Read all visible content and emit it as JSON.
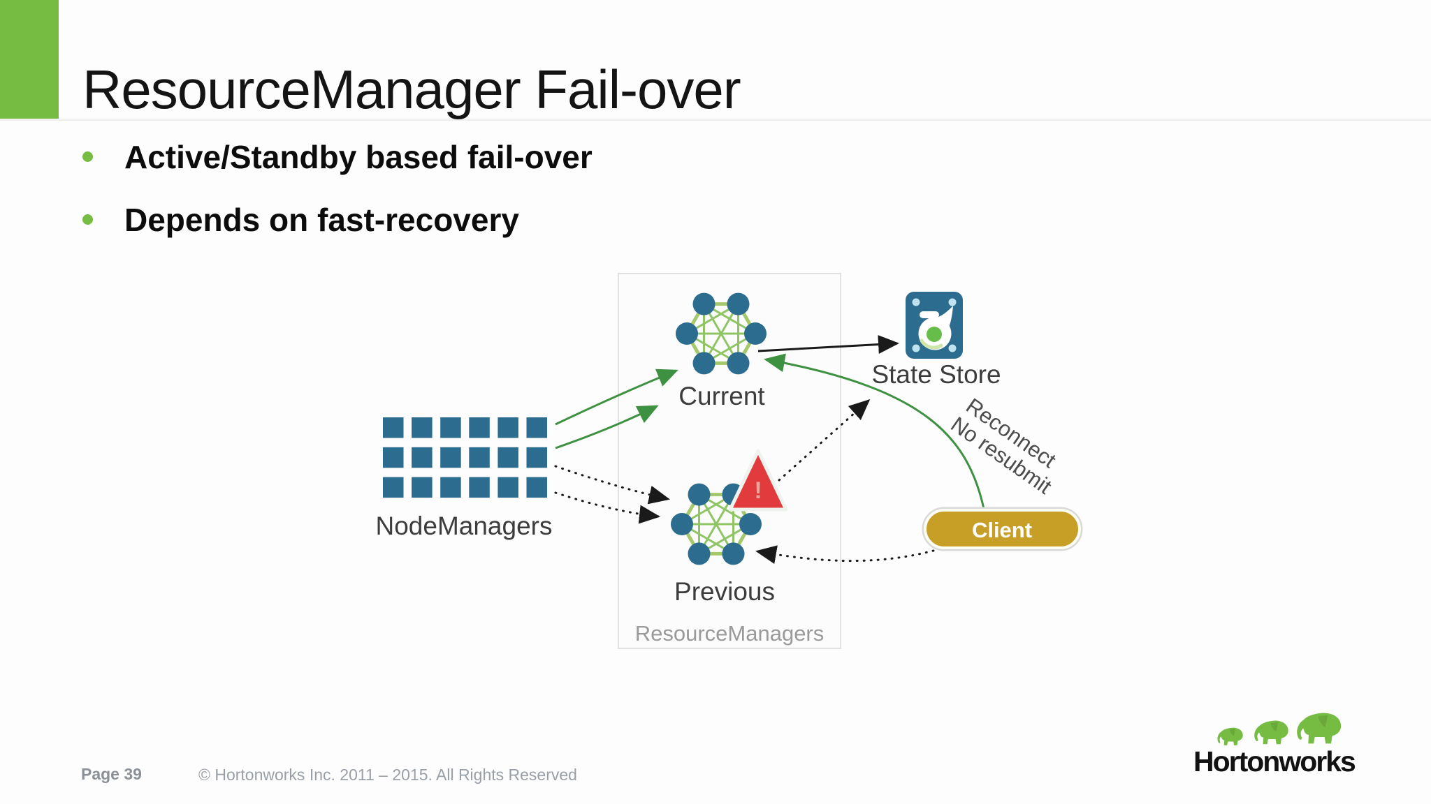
{
  "slide": {
    "title": "ResourceManager Fail-over",
    "bullets": [
      "Active/Standby based fail-over",
      "Depends on fast-recovery"
    ]
  },
  "diagram": {
    "labels": {
      "node_managers": "NodeManagers",
      "current": "Current",
      "previous": "Previous",
      "resource_managers": "ResourceManagers",
      "state_store": "State Store",
      "client": "Client"
    },
    "annotation": {
      "line1": "Reconnect",
      "line2": "No resubmit"
    },
    "warning_symbol": "!"
  },
  "footer": {
    "page_label": "Page 39",
    "copyright": "© Hortonworks Inc. 2011 – 2015. All Rights Reserved"
  },
  "logo": {
    "text": "Hortonworks"
  },
  "colors": {
    "accent_green": "#76bc43",
    "node_teal": "#2c6c8e",
    "mesh_green": "#9ccb6b",
    "arrow_green": "#3f9142",
    "arrow_black": "#1a1a1a",
    "warning_red": "#e23b3e",
    "client_gold": "#c79f27",
    "label_gray": "#9a9a9a"
  }
}
